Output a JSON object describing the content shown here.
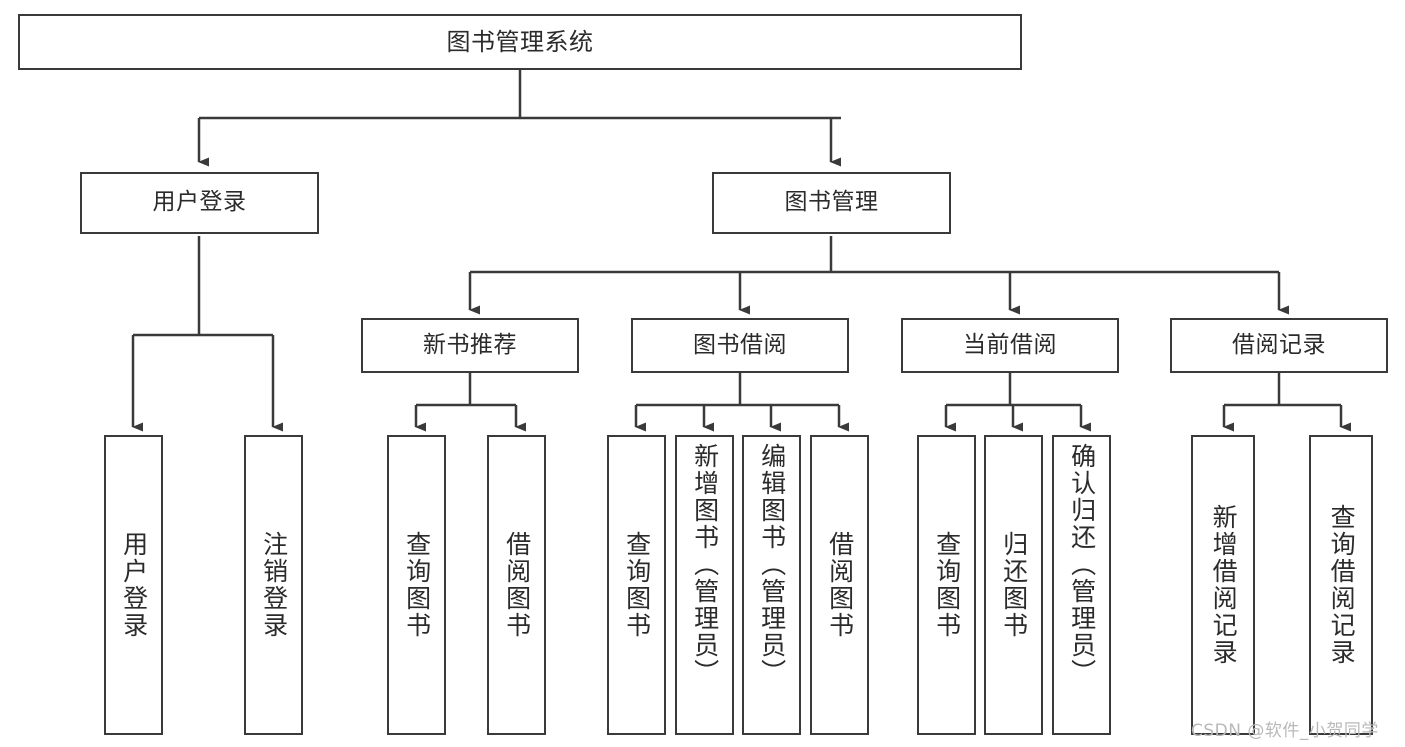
{
  "diagram": {
    "title": "图书管理系统",
    "type": "tree-hierarchy",
    "root": {
      "label": "图书管理系统"
    },
    "level2": [
      {
        "label": "用户登录"
      },
      {
        "label": "图书管理"
      }
    ],
    "level3": [
      {
        "label": "新书推荐"
      },
      {
        "label": "图书借阅"
      },
      {
        "label": "当前借阅"
      },
      {
        "label": "借阅记录"
      }
    ],
    "leaves": {
      "user_login": [
        {
          "label": "用户登录"
        },
        {
          "label": "注销登录"
        }
      ],
      "new_book_recommend": [
        {
          "label": "查询图书"
        },
        {
          "label": "借阅图书"
        }
      ],
      "book_borrow": [
        {
          "label": "查询图书"
        },
        {
          "label": "新增图书（管理员）"
        },
        {
          "label": "编辑图书（管理员）"
        },
        {
          "label": "借阅图书"
        }
      ],
      "current_borrow": [
        {
          "label": "查询图书"
        },
        {
          "label": "归还图书"
        },
        {
          "label": "确认归还（管理员）"
        }
      ],
      "borrow_record": [
        {
          "label": "新增借阅记录"
        },
        {
          "label": "查询借阅记录"
        }
      ]
    }
  },
  "watermark": {
    "text": "CSDN @软件_小贺同学"
  },
  "colors": {
    "stroke": "#3a3a3a",
    "text": "#2b2b2b",
    "background": "#ffffff",
    "watermark": "#b9b9b9"
  }
}
